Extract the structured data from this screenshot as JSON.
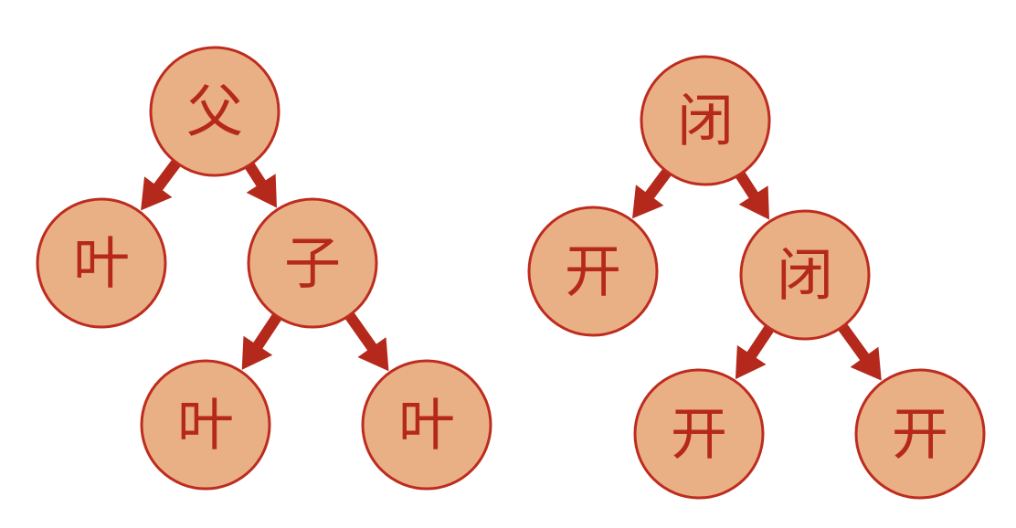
{
  "colors": {
    "node_fill": "#eab085",
    "node_stroke": "#bd2c1f",
    "edge": "#b5291c",
    "label": "#b5291c"
  },
  "trees": [
    {
      "name": "left-tree",
      "nodes": [
        {
          "id": "root",
          "label": "父"
        },
        {
          "id": "leaf-left",
          "label": "叶"
        },
        {
          "id": "child",
          "label": "子"
        },
        {
          "id": "leaf-bottom-left",
          "label": "叶"
        },
        {
          "id": "leaf-bottom-right",
          "label": "叶"
        }
      ],
      "edges": [
        {
          "from": "root",
          "to": "leaf-left"
        },
        {
          "from": "root",
          "to": "child"
        },
        {
          "from": "child",
          "to": "leaf-bottom-left"
        },
        {
          "from": "child",
          "to": "leaf-bottom-right"
        }
      ]
    },
    {
      "name": "right-tree",
      "nodes": [
        {
          "id": "root",
          "label": "闭"
        },
        {
          "id": "leaf-left",
          "label": "开"
        },
        {
          "id": "child",
          "label": "闭"
        },
        {
          "id": "leaf-bottom-left",
          "label": "开"
        },
        {
          "id": "leaf-bottom-right",
          "label": "开"
        }
      ],
      "edges": [
        {
          "from": "root",
          "to": "leaf-left"
        },
        {
          "from": "root",
          "to": "child"
        },
        {
          "from": "child",
          "to": "leaf-bottom-left"
        },
        {
          "from": "child",
          "to": "leaf-bottom-right"
        }
      ]
    }
  ]
}
